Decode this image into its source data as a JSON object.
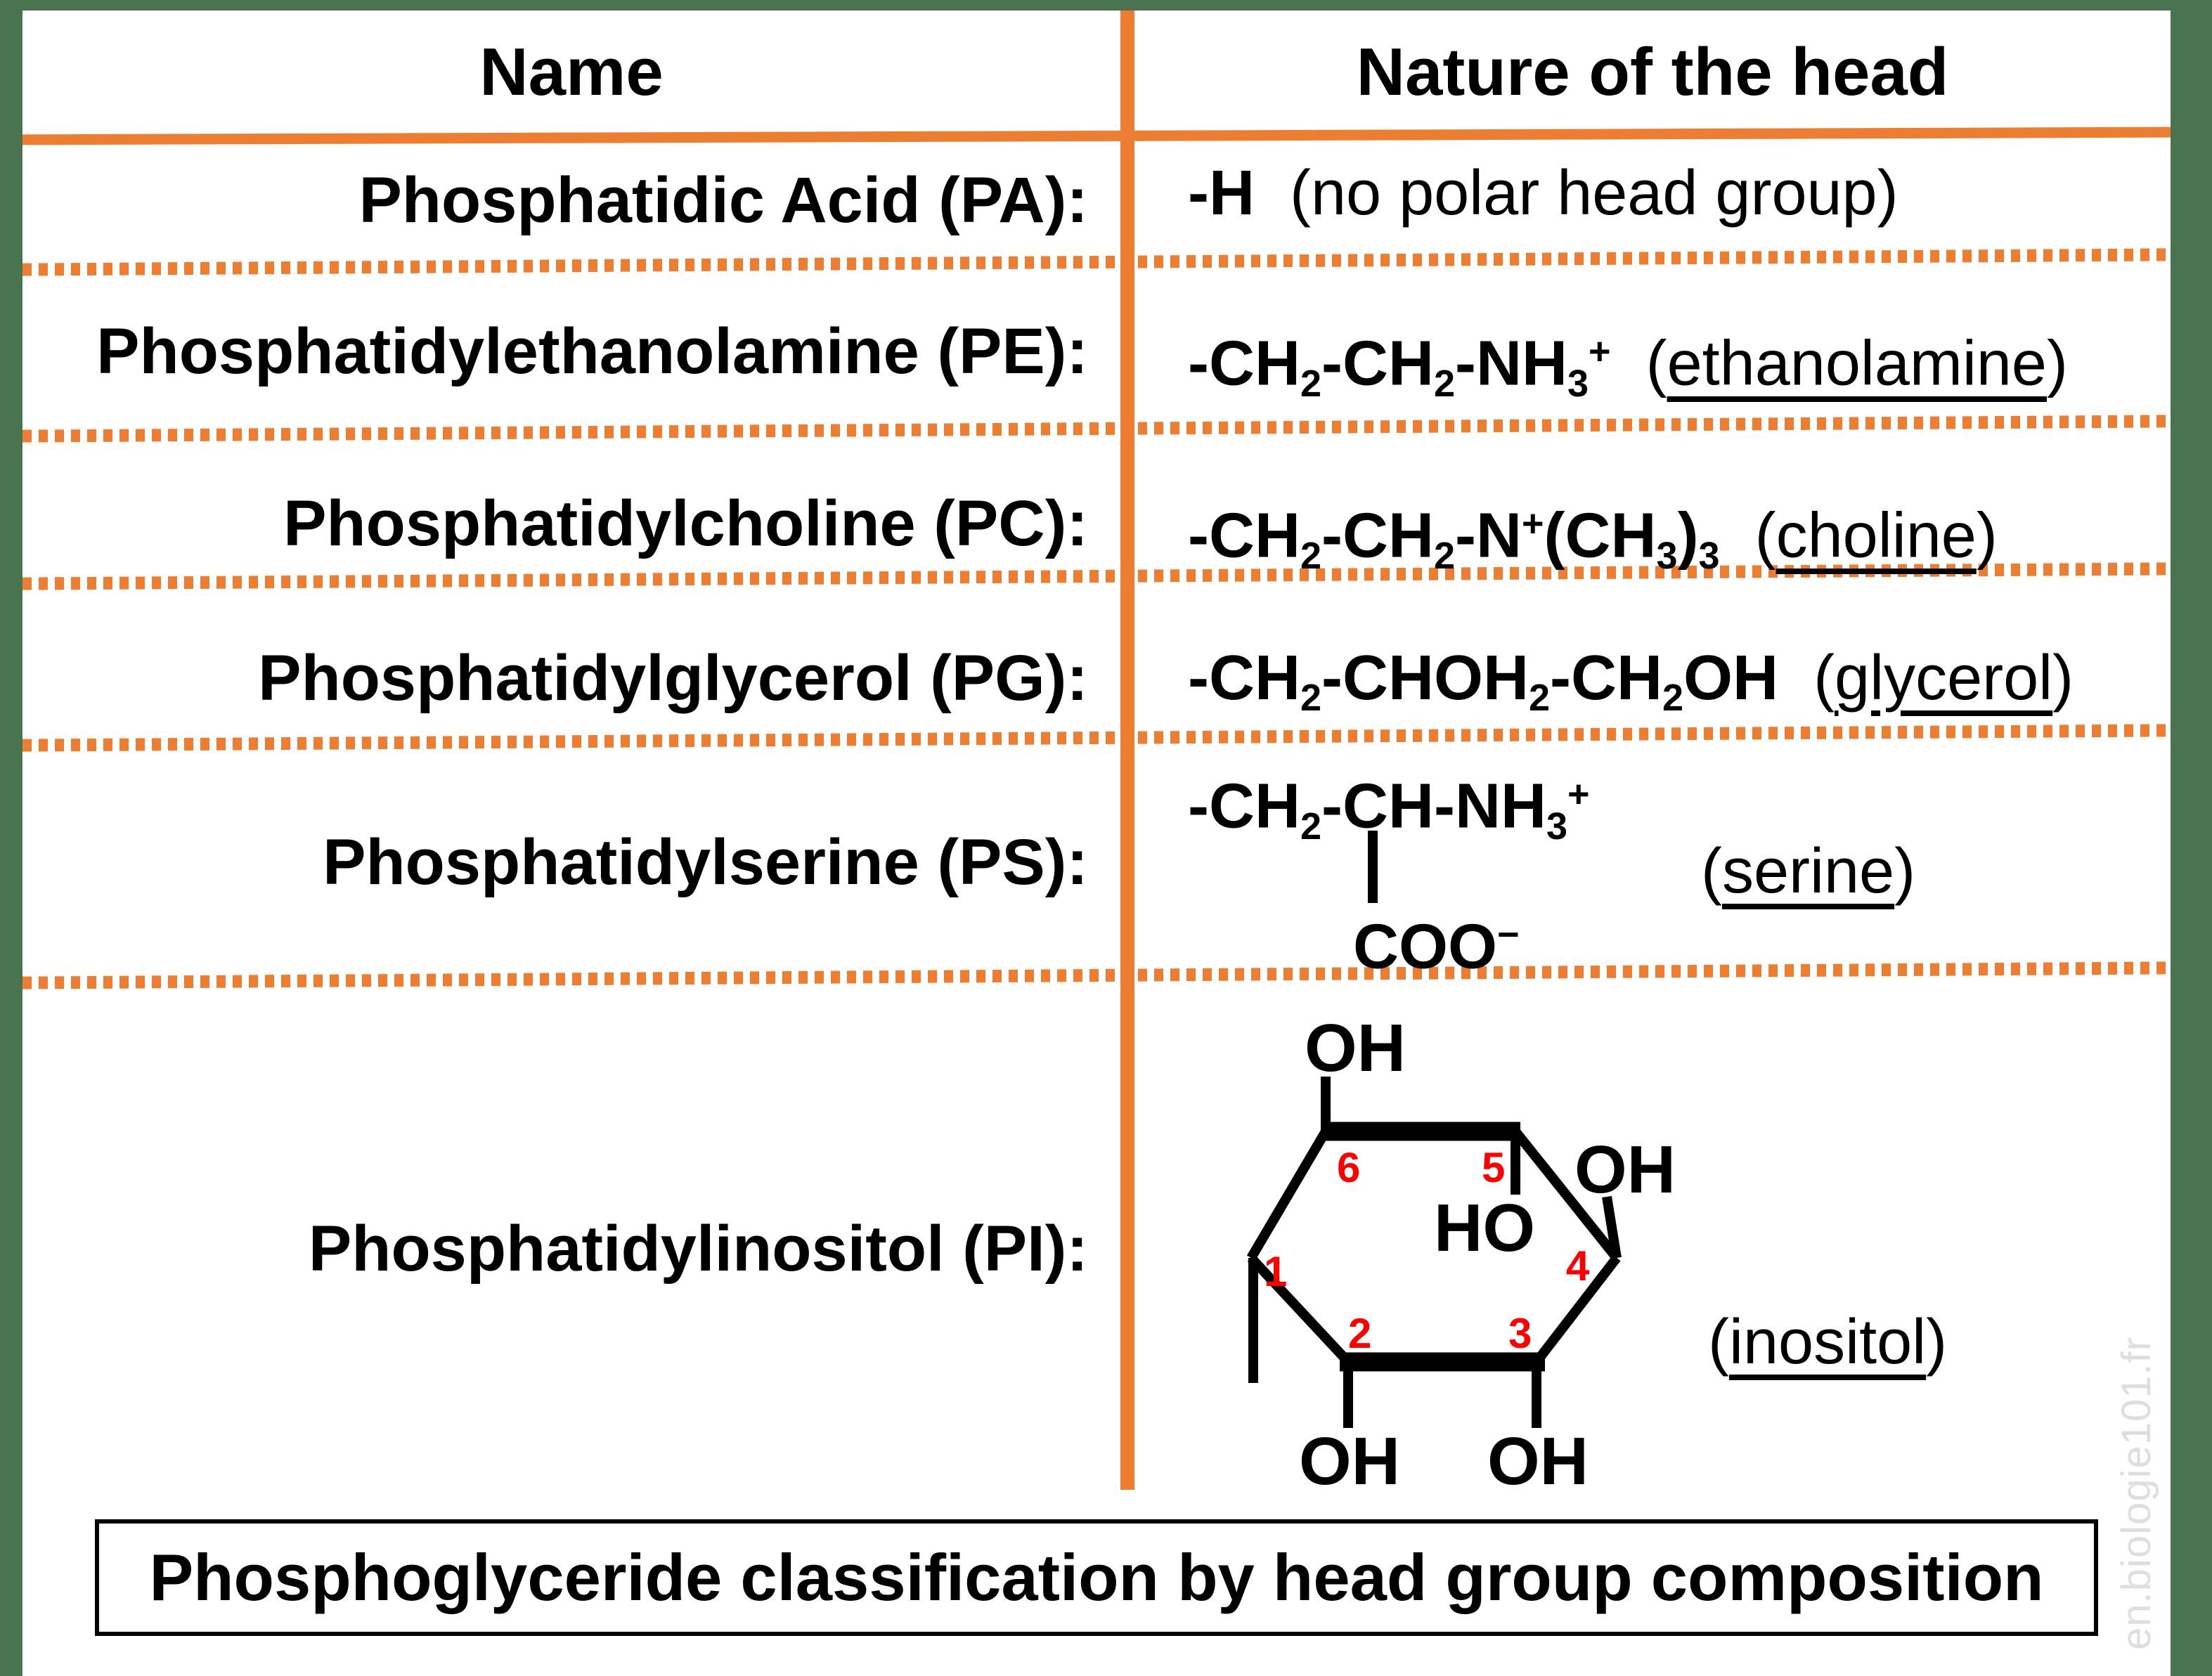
{
  "colors": {
    "accent_orange": "#ED7D31",
    "border_green": "#4A7450",
    "ring_number_red": "#FF0000",
    "watermark_gray": "#DEDEDE",
    "text_black": "#000000"
  },
  "header": {
    "name_col": "Name",
    "head_col": "Nature of the head"
  },
  "rows": [
    {
      "name": "Phosphatidic Acid (PA):",
      "formula": [
        {
          "t": "-H",
          "m": "b"
        },
        {
          "t": "  ",
          "m": "r"
        },
        {
          "t": "(no polar head group)",
          "m": "r"
        }
      ]
    },
    {
      "name": "Phosphatidylethanolamine (PE):",
      "formula": [
        {
          "t": "-CH",
          "m": "b"
        },
        {
          "t": "2",
          "m": "bs"
        },
        {
          "t": "-CH",
          "m": "b"
        },
        {
          "t": "2",
          "m": "bs"
        },
        {
          "t": "-NH",
          "m": "b"
        },
        {
          "t": "3",
          "m": "bs"
        },
        {
          "t": "+",
          "m": "bp"
        },
        {
          "t": "  ",
          "m": "r"
        },
        {
          "t": "(",
          "m": "r"
        },
        {
          "t": "ethanolamine",
          "m": "ru"
        },
        {
          "t": ")",
          "m": "r"
        }
      ]
    },
    {
      "name": "Phosphatidylcholine (PC):",
      "formula": [
        {
          "t": "-CH",
          "m": "b"
        },
        {
          "t": "2",
          "m": "bs"
        },
        {
          "t": "-CH",
          "m": "b"
        },
        {
          "t": "2",
          "m": "bs"
        },
        {
          "t": "-N",
          "m": "b"
        },
        {
          "t": "+",
          "m": "bp"
        },
        {
          "t": "(CH",
          "m": "b"
        },
        {
          "t": "3",
          "m": "bs"
        },
        {
          "t": ")",
          "m": "b"
        },
        {
          "t": "3",
          "m": "bs"
        },
        {
          "t": "  ",
          "m": "r"
        },
        {
          "t": "(",
          "m": "r"
        },
        {
          "t": "choline",
          "m": "ru"
        },
        {
          "t": ")",
          "m": "r"
        }
      ]
    },
    {
      "name": "Phosphatidylglycerol (PG):",
      "formula": [
        {
          "t": "-CH",
          "m": "b"
        },
        {
          "t": "2",
          "m": "bs"
        },
        {
          "t": "-CHOH",
          "m": "b"
        },
        {
          "t": "2",
          "m": "bs"
        },
        {
          "t": "-CH",
          "m": "b"
        },
        {
          "t": "2",
          "m": "bs"
        },
        {
          "t": "OH",
          "m": "b"
        },
        {
          "t": "  ",
          "m": "r"
        },
        {
          "t": "(",
          "m": "r"
        },
        {
          "t": "glycerol",
          "m": "ru"
        },
        {
          "t": ")",
          "m": "r"
        }
      ]
    },
    {
      "name": "Phosphatidylserine (PS):",
      "formula_line1": [
        {
          "t": "-CH",
          "m": "b"
        },
        {
          "t": "2",
          "m": "bs"
        },
        {
          "t": "-CH-NH",
          "m": "b"
        },
        {
          "t": "3",
          "m": "bs"
        },
        {
          "t": "+",
          "m": "bp"
        }
      ],
      "formula_line2": [
        {
          "t": "COO",
          "m": "b"
        },
        {
          "t": "−",
          "m": "bp"
        }
      ],
      "note": [
        {
          "t": "(",
          "m": "r"
        },
        {
          "t": "serine",
          "m": "ru"
        },
        {
          "t": ")",
          "m": "r"
        }
      ]
    },
    {
      "name": "Phosphatidylinositol (PI):",
      "note": [
        {
          "t": "(",
          "m": "r"
        },
        {
          "t": "inositol",
          "m": "ru"
        },
        {
          "t": ")",
          "m": "r"
        }
      ],
      "structure": {
        "top_oh": "OH",
        "right_oh": "OH",
        "ho": "HO",
        "bottom_oh_left": "OH",
        "bottom_oh_right": "OH",
        "ring_numbers": [
          "1",
          "2",
          "3",
          "4",
          "5",
          "6"
        ]
      }
    }
  ],
  "caption": "Phosphoglyceride classification by head group composition",
  "watermark": "en.biologie101.fr"
}
